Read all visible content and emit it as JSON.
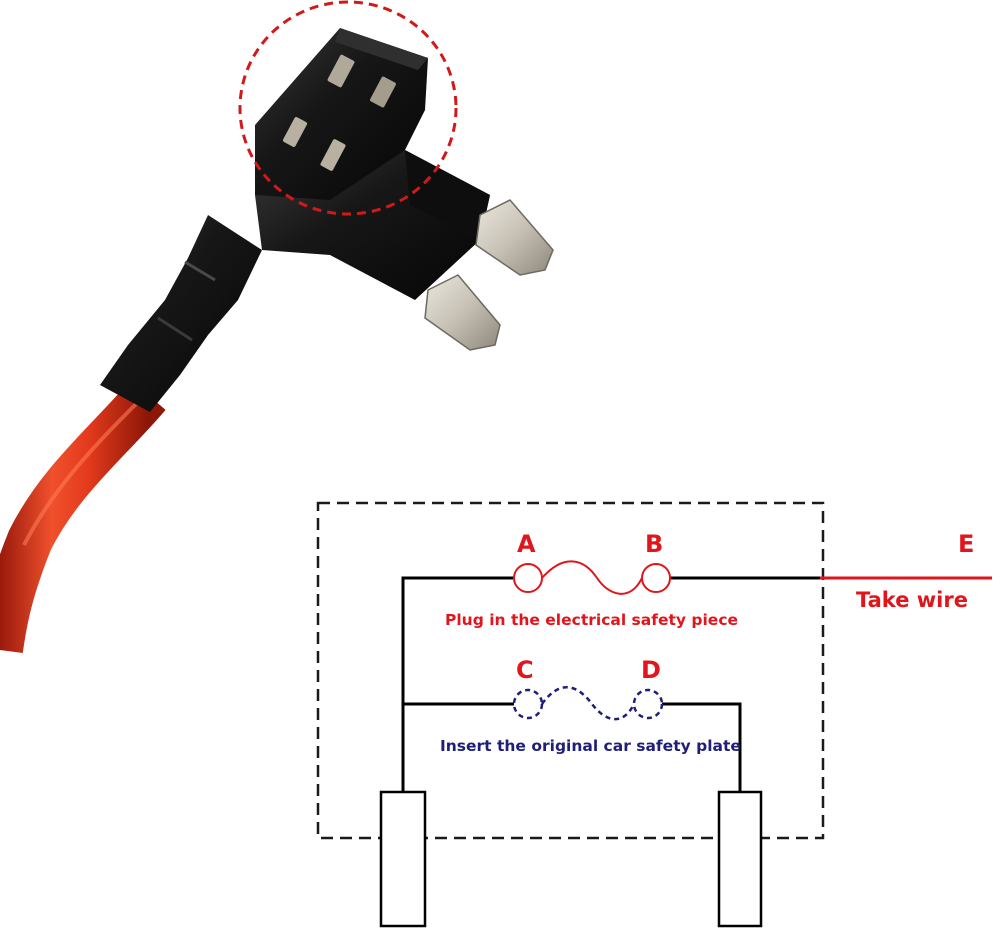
{
  "labels": {
    "a": "A",
    "b": "B",
    "c": "C",
    "d": "D",
    "e": "E",
    "take_wire": "Take wire",
    "plug_in_caption": "Plug in the electrical safety piece",
    "insert_caption": "Insert the original car safety plate"
  },
  "colors": {
    "label_red": "#e0161c",
    "caption_blue": "#1f1f7a",
    "wire_red": "#e83a1e",
    "plastic_black": "#141414",
    "metal": "#c9c3b8",
    "highlight_circle": "#d01a1a"
  },
  "icons": {
    "fuse_tap_photo": "add-a-circuit-fuse-tap-with-red-wire",
    "highlight": "dashed-red-circle"
  }
}
